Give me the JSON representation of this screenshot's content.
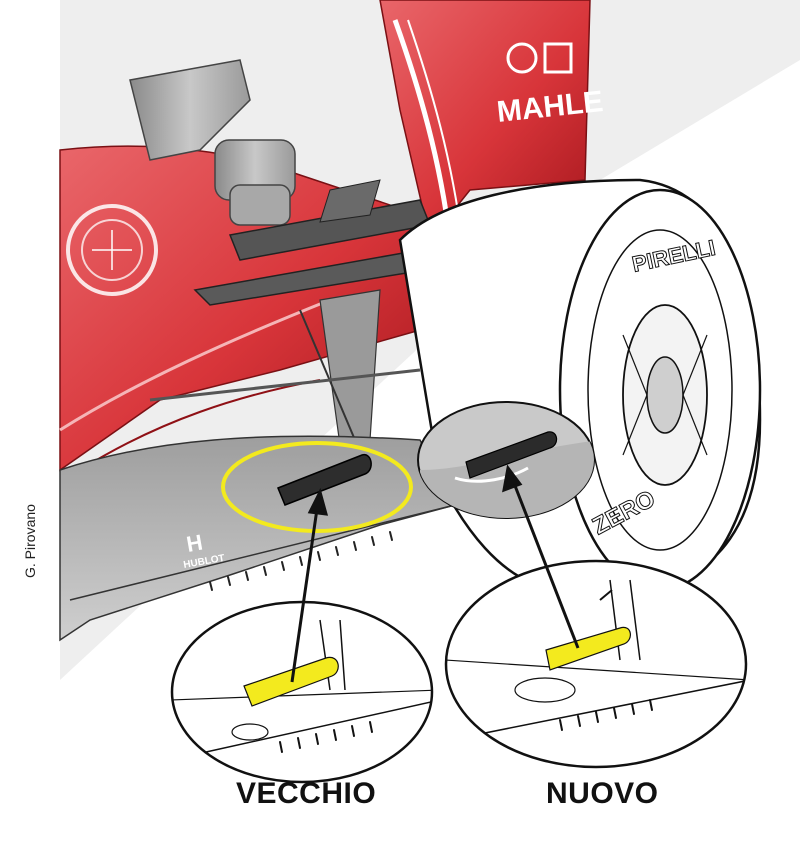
{
  "labels": {
    "old": "VECCHIO",
    "new": "NUOVO"
  },
  "credit": "G. Pirovano",
  "sponsors": {
    "mahle": "MAHLE",
    "hublot": "HUBLOT",
    "pirelli": "PIRELLI",
    "zero": "ZERO"
  },
  "colors": {
    "car_red": "#d8353a",
    "car_red_dark": "#a4161c",
    "highlight_yellow": "#f3ea1e",
    "ring_yellow": "#f3ea1e",
    "ink": "#111111",
    "floor_grey": "#b9b9b9"
  }
}
